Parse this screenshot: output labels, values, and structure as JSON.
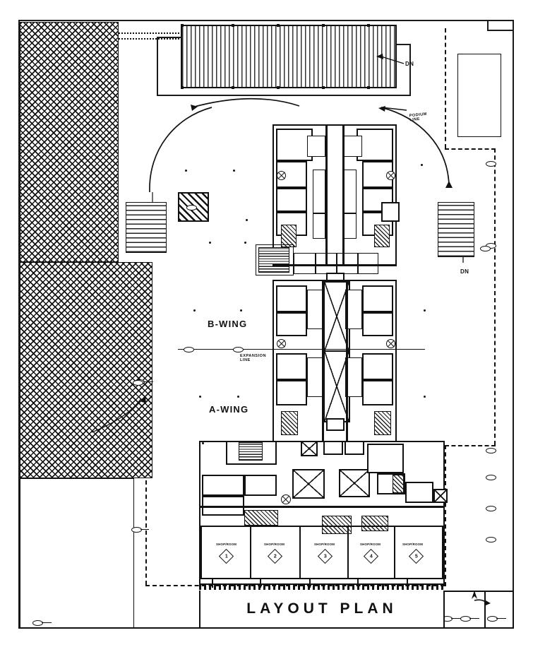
{
  "drawing": {
    "title": "LAYOUT PLAN",
    "sheet_type": "architectural-floor-plan"
  },
  "wings": [
    {
      "label": "B-WING"
    },
    {
      "label": "A-WING"
    }
  ],
  "annotations": [
    {
      "name": "podium-line",
      "text_line1": "PODIUM",
      "text_line2": "LINE"
    },
    {
      "name": "expansion-line",
      "text_line1": "EXPANSION",
      "text_line2": "LINE"
    }
  ],
  "stairs": [
    {
      "name": "stair-podium-top",
      "label": "DN"
    },
    {
      "name": "stair-right",
      "label": "DN"
    }
  ],
  "shops": [
    {
      "label": "SHOP/ROOM",
      "number": "1"
    },
    {
      "label": "SHOP/ROOM",
      "number": "2"
    },
    {
      "label": "SHOP/ROOM",
      "number": "3"
    },
    {
      "label": "SHOP/ROOM",
      "number": "4"
    },
    {
      "label": "SHOP/ROOM",
      "number": "5"
    }
  ],
  "colors": {
    "ink": "#111111",
    "paper": "#ffffff",
    "hatch": "#222222"
  }
}
